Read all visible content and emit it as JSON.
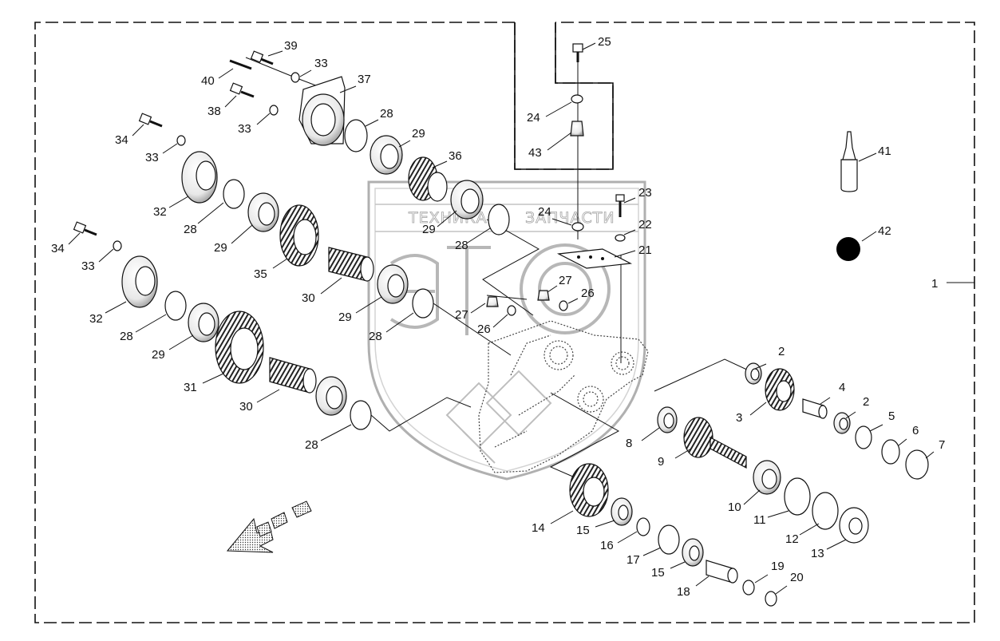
{
  "watermark": {
    "left_word": "ТЕХНИКА",
    "right_word": "ЗАПЧАСТИ"
  },
  "colors": {
    "line": "#111111",
    "watermark_stroke": "#9a9a9a",
    "sealant_ball": "#000000"
  },
  "callouts": [
    {
      "id": "c1",
      "number": "1"
    },
    {
      "id": "c2a",
      "number": "2"
    },
    {
      "id": "c2b",
      "number": "2"
    },
    {
      "id": "c3",
      "number": "3"
    },
    {
      "id": "c4",
      "number": "4"
    },
    {
      "id": "c5",
      "number": "5"
    },
    {
      "id": "c6",
      "number": "6"
    },
    {
      "id": "c7",
      "number": "7"
    },
    {
      "id": "c8",
      "number": "8"
    },
    {
      "id": "c9",
      "number": "9"
    },
    {
      "id": "c10",
      "number": "10"
    },
    {
      "id": "c11",
      "number": "11"
    },
    {
      "id": "c12",
      "number": "12"
    },
    {
      "id": "c13",
      "number": "13"
    },
    {
      "id": "c14",
      "number": "14"
    },
    {
      "id": "c15a",
      "number": "15"
    },
    {
      "id": "c15b",
      "number": "15"
    },
    {
      "id": "c16",
      "number": "16"
    },
    {
      "id": "c17",
      "number": "17"
    },
    {
      "id": "c18",
      "number": "18"
    },
    {
      "id": "c19",
      "number": "19"
    },
    {
      "id": "c20",
      "number": "20"
    },
    {
      "id": "c21",
      "number": "21"
    },
    {
      "id": "c22",
      "number": "22"
    },
    {
      "id": "c23",
      "number": "23"
    },
    {
      "id": "c24a",
      "number": "24"
    },
    {
      "id": "c24b",
      "number": "24"
    },
    {
      "id": "c25",
      "number": "25"
    },
    {
      "id": "c26a",
      "number": "26"
    },
    {
      "id": "c26b",
      "number": "26"
    },
    {
      "id": "c27a",
      "number": "27"
    },
    {
      "id": "c27b",
      "number": "27"
    },
    {
      "id": "c28a",
      "number": "28"
    },
    {
      "id": "c28b",
      "number": "28"
    },
    {
      "id": "c28c",
      "number": "28"
    },
    {
      "id": "c28d",
      "number": "28"
    },
    {
      "id": "c28e",
      "number": "28"
    },
    {
      "id": "c28f",
      "number": "28"
    },
    {
      "id": "c29a",
      "number": "29"
    },
    {
      "id": "c29b",
      "number": "29"
    },
    {
      "id": "c29c",
      "number": "29"
    },
    {
      "id": "c29d",
      "number": "29"
    },
    {
      "id": "c29e",
      "number": "29"
    },
    {
      "id": "c30a",
      "number": "30"
    },
    {
      "id": "c30b",
      "number": "30"
    },
    {
      "id": "c31",
      "number": "31"
    },
    {
      "id": "c32a",
      "number": "32"
    },
    {
      "id": "c32b",
      "number": "32"
    },
    {
      "id": "c33a",
      "number": "33"
    },
    {
      "id": "c33b",
      "number": "33"
    },
    {
      "id": "c33c",
      "number": "33"
    },
    {
      "id": "c33d",
      "number": "33"
    },
    {
      "id": "c34a",
      "number": "34"
    },
    {
      "id": "c34b",
      "number": "34"
    },
    {
      "id": "c35",
      "number": "35"
    },
    {
      "id": "c36",
      "number": "36"
    },
    {
      "id": "c37",
      "number": "37"
    },
    {
      "id": "c38",
      "number": "38"
    },
    {
      "id": "c39",
      "number": "39"
    },
    {
      "id": "c40",
      "number": "40"
    },
    {
      "id": "c41",
      "number": "41"
    },
    {
      "id": "c42",
      "number": "42"
    },
    {
      "id": "c43",
      "number": "43"
    }
  ]
}
